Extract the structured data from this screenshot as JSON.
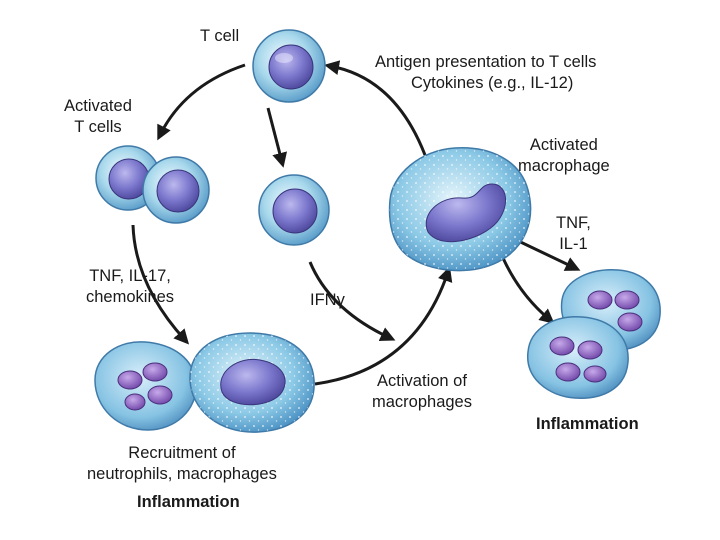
{
  "labels": {
    "t_cell": "T cell",
    "activated_t_cells": [
      "Activated",
      "T cells"
    ],
    "antigen_presentation": "Antigen presentation to T cells",
    "cytokines": "Cytokines (e.g., IL-12)",
    "activated_macrophage": [
      "Activated",
      "macrophage"
    ],
    "tnf_il1": [
      "TNF,",
      "IL-1"
    ],
    "tnf_il17": [
      "TNF, IL-17,",
      "chemokines"
    ],
    "ifn_gamma": "IFNγ",
    "activation_of_macrophages": [
      "Activation of",
      "macrophages"
    ],
    "recruitment": [
      "Recruitment of",
      "neutrophils, macrophages"
    ],
    "inflammation_bottom": "Inflammation",
    "inflammation_right": "Inflammation"
  },
  "colors": {
    "cell_membrane": "#a8d8ec",
    "cell_edge": "#3f7aa8",
    "nucleus": "#6f6bc0",
    "nucleus_edge": "#3a357c",
    "neutrophil_nucleus": "#8a63b8",
    "arrow": "#1a1a1a"
  }
}
